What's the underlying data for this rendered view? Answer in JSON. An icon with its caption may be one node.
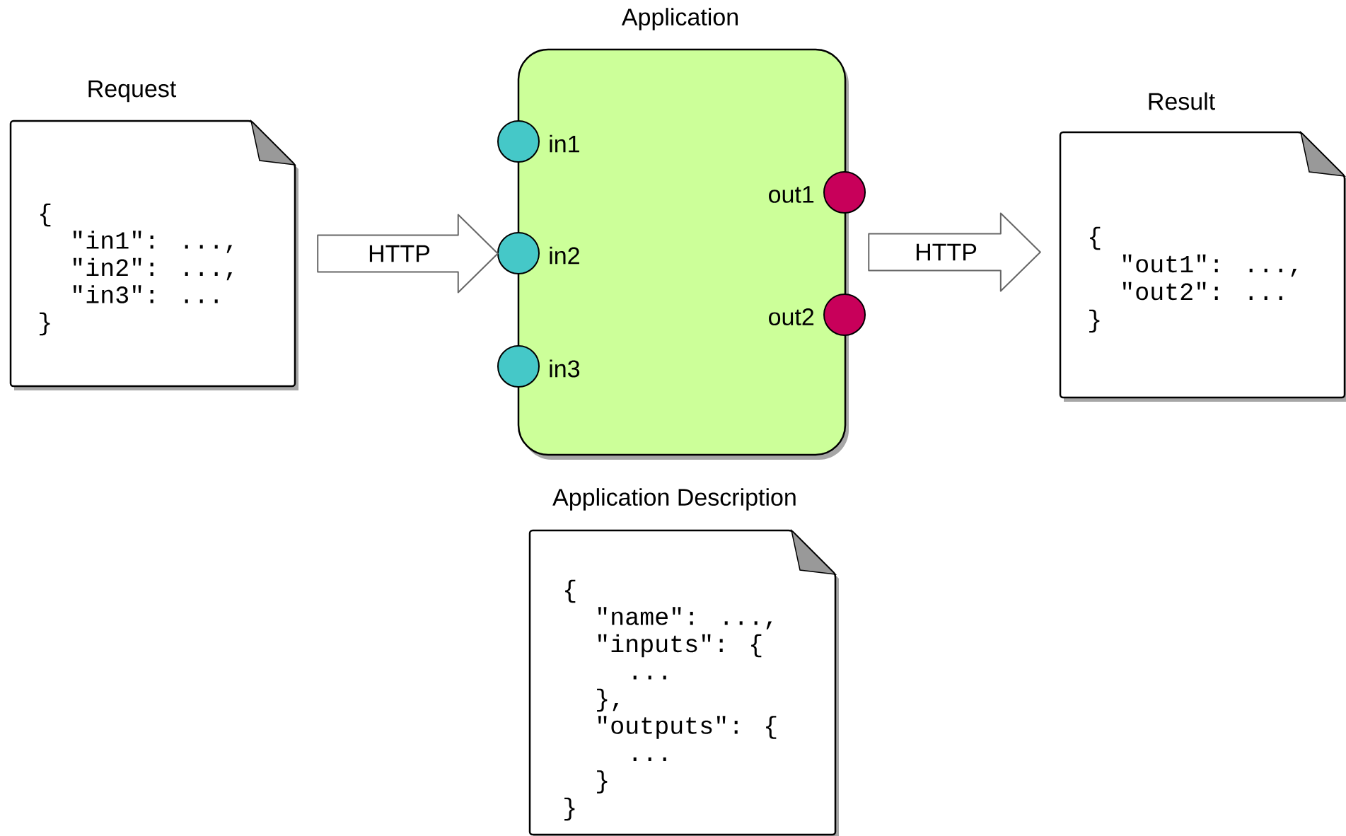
{
  "diagram": {
    "nodes": [
      {
        "text": [
          "Request",
          "{",
          "\"in1\": ...,",
          "\"in2\": ...,",
          "\"in3\": ...",
          "}"
        ]
      },
      {
        "text": [
          "Application"
        ]
      },
      {
        "text": [],
        "shape": "circle",
        "beside": [
          "in1"
        ]
      },
      {
        "text": [],
        "shape": "circle",
        "beside": [
          "in2"
        ]
      },
      {
        "text": [],
        "shape": "circle",
        "beside": [
          "in3"
        ]
      },
      {
        "text": [],
        "shape": "circle",
        "beside": [
          "out1"
        ]
      },
      {
        "text": [],
        "shape": "circle",
        "beside": [
          "out2"
        ]
      },
      {
        "text": [
          "Result",
          "{",
          "\"out1\": ...,",
          "\"out2\": ...",
          "}"
        ]
      },
      {
        "text": [
          "Application Description",
          "{",
          "\"name\": ...,",
          "\"inputs\": {",
          "...",
          "},",
          "\"outputs\": {",
          "...",
          "}",
          "}"
        ]
      }
    ],
    "edges": [
      {
        "from": 0,
        "to": 1,
        "arrow": "to",
        "label": "HTTP"
      },
      {
        "from": 1,
        "to": 7,
        "arrow": "to",
        "label": "HTTP"
      }
    ]
  }
}
